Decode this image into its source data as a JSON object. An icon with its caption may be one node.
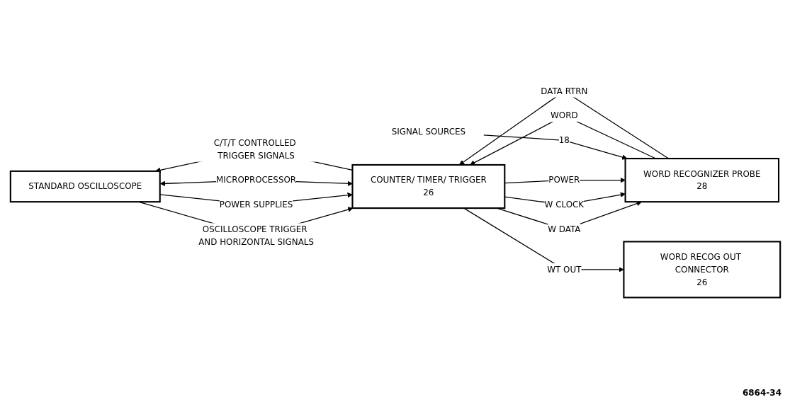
{
  "diagram": {
    "nodes": [
      {
        "text": [
          "STANDARD OSCILLOSCOPE"
        ]
      },
      {
        "text": [
          "COUNTER/ TIMER/ TRIGGER",
          "26"
        ]
      },
      {
        "text": [
          "WORD RECOGNIZER PROBE",
          "28"
        ]
      },
      {
        "text": [
          "WORD RECOG OUT CONNECTOR",
          "26"
        ]
      },
      {
        "text": [
          "SIGNAL SOURCES"
        ]
      }
    ],
    "edges": [
      {
        "from": 1,
        "to": 0,
        "arrow": "to",
        "label": "C/T/T CONTROLLED TRIGGER SIGNALS"
      },
      {
        "from": 0,
        "to": 1,
        "arrow": "to",
        "label": "OSCILLOSCOPE TRIGGER AND HORIZONTAL SIGNALS"
      },
      {
        "from": 0,
        "to": 1,
        "arrow": "to",
        "label": "POWER SUPPLIES"
      },
      {
        "from": 0,
        "to": 1,
        "arrow": "both",
        "label": "MICROPROCESSOR"
      },
      {
        "from": 1,
        "to": 2,
        "arrow": "to",
        "label": "W DATA"
      },
      {
        "from": 1,
        "to": 2,
        "arrow": "to",
        "label": "W CLOCK"
      },
      {
        "from": 2,
        "to": 1,
        "arrow": "to",
        "label": "WORD"
      },
      {
        "from": 2,
        "to": 1,
        "arrow": "to",
        "label": "DATA RTRN"
      },
      {
        "from": 1,
        "to": 2,
        "arrow": "to",
        "label": "POWER"
      },
      {
        "from": 1,
        "to": 3,
        "arrow": "to",
        "label": "WT OUT"
      },
      {
        "from": 4,
        "to": 2,
        "arrow": "to",
        "label": "18"
      }
    ],
    "labels": [
      "6864-34"
    ]
  }
}
